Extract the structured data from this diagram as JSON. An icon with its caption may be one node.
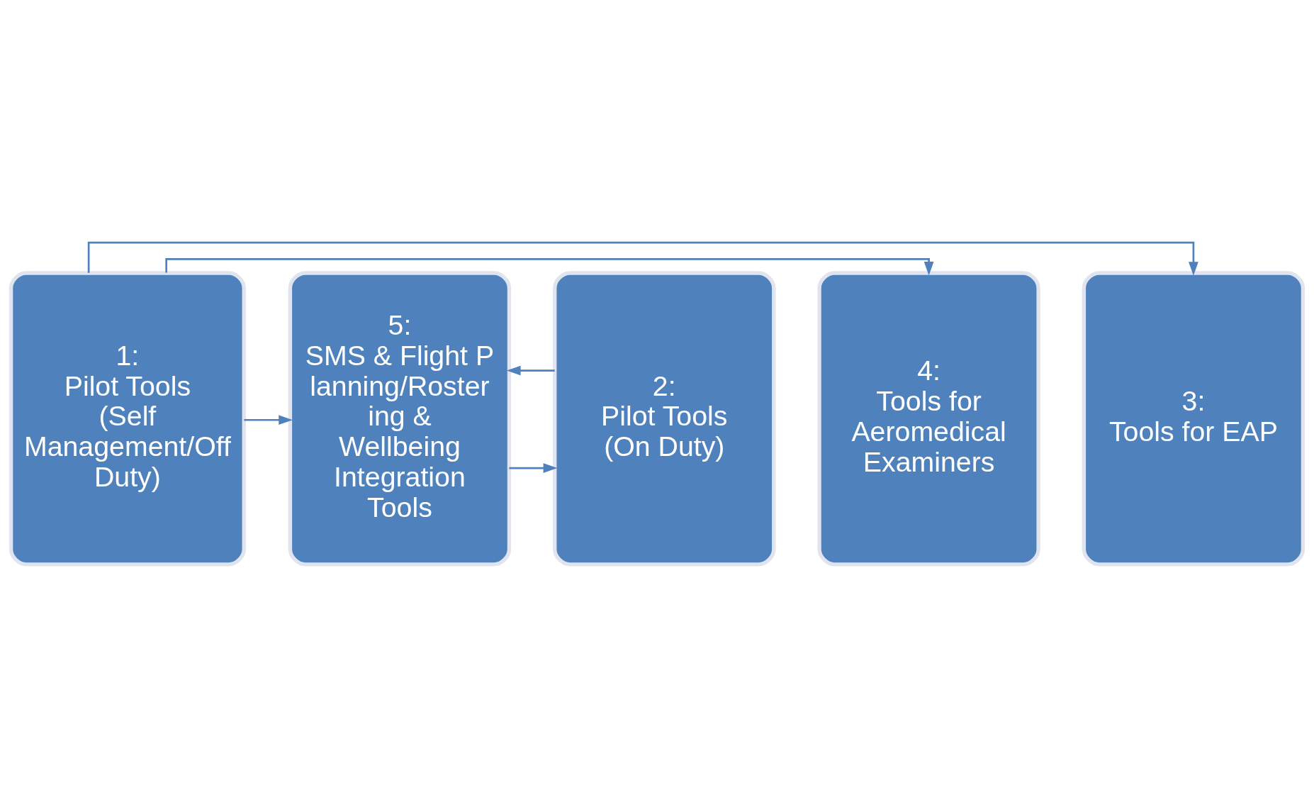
{
  "diagram": {
    "nodes": [
      {
        "text": [
          "1:",
          "Pilot Tools (Self Management/Off Duty)"
        ]
      },
      {
        "text": [
          "2:",
          "Pilot Tools (On Duty)"
        ]
      },
      {
        "text": [
          "3:",
          "Tools for EAP"
        ]
      },
      {
        "text": [
          "4:",
          "Tools for Aeromedical Examiners"
        ]
      },
      {
        "text": [
          "5:",
          "SMS & Flight Planning/Rostering & Wellbeing Integration Tools"
        ]
      }
    ],
    "edges": [
      {
        "from": 4,
        "to": 1,
        "arrow": "to"
      },
      {
        "from": 1,
        "to": 4,
        "arrow": "to"
      },
      {
        "from": 0,
        "to": 2,
        "arrow": "to"
      },
      {
        "from": 0,
        "to": 3,
        "arrow": "to"
      },
      {
        "from": 0,
        "to": 4,
        "arrow": "to"
      }
    ]
  }
}
